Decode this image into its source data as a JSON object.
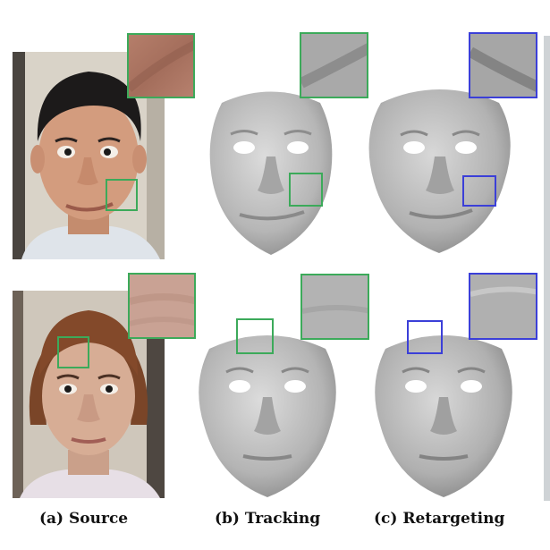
{
  "captions": {
    "source": "(a) Source",
    "tracking": "(b) Tracking",
    "retargeting": "(c) Retargeting"
  },
  "colors": {
    "green_box": "#3caa5a",
    "blue_box": "#3b3fd8",
    "mesh_gray": "#b9b9b9"
  }
}
